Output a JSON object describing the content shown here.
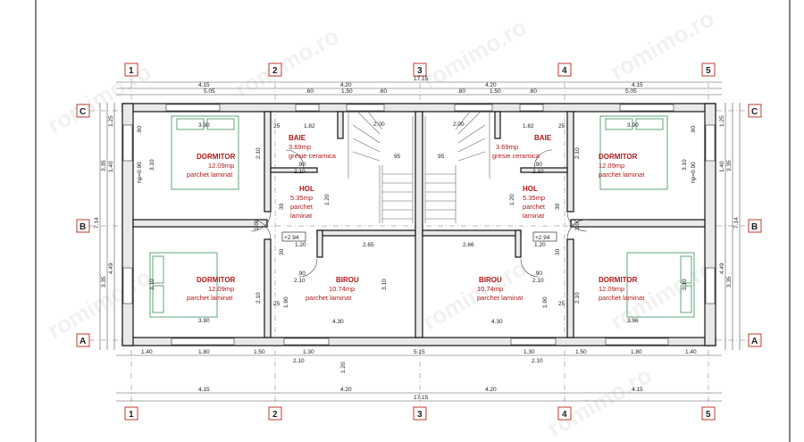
{
  "axes": {
    "columns": [
      "1",
      "2",
      "3",
      "4",
      "5"
    ],
    "rows": [
      "C",
      "B",
      "A"
    ]
  },
  "dims": {
    "top_total": "17.15",
    "top_row1": [
      "4.15",
      "4.20",
      "4.20",
      "4.15"
    ],
    "top_row2": [
      "5.05",
      ".60",
      "1.50",
      ".60",
      ".80",
      "1.50",
      ".60",
      "5.05"
    ],
    "bottom_row1": [
      "1.40",
      "1.80",
      "1.50",
      "1.30",
      "5.15",
      "1.30",
      "1.50",
      "1.80",
      "1.40"
    ],
    "bottom_row2": [
      "4.15",
      "4.20",
      "4.20",
      "4.15"
    ],
    "bottom_total": "17.15",
    "left_total": "7.14",
    "left_parts": [
      "3.35",
      "3.35"
    ],
    "left_inner": [
      "1.25",
      "1.40",
      "4.49"
    ],
    "right_total": "7.14",
    "right_parts": [
      "3.35",
      "3.35"
    ],
    "right_inner": [
      "1.25",
      "1.40",
      "4.49"
    ],
    "interior": {
      "dorm_w_top": "3.90",
      "dorm_w_bot_left": "3.90",
      "dorm_w_bot_right": "3.96",
      "dorm_h": "3.10",
      "dorm_h2": "2.10",
      "baie_w": "1.82",
      "baie_h": "2.10",
      "stair_w": "2.00",
      "hol_w": "1.20",
      "birou_w": "2.65",
      "birou_w2": "2.66",
      "birou_bottom": "4.30",
      "birou_h": "3.10",
      "step": "95",
      "door_90": ".90",
      "hp": "hp=0.90",
      "small": "1.00",
      "door_210": "2.10",
      "side_25": "25",
      "side_30": "30",
      "h_310": "3.10",
      "h_120": "1.20",
      "h_190": "1.90",
      "h_200": "2.00"
    },
    "level_left": "+2.94",
    "level_right": "+2.94"
  },
  "rooms": {
    "dorm_tl": {
      "name": "DORMITOR",
      "area": "12.09mp",
      "floor": "parchet laminat"
    },
    "dorm_bl": {
      "name": "DORMITOR",
      "area": "12.09mp",
      "floor": "parchet laminat"
    },
    "dorm_tr": {
      "name": "DORMITOR",
      "area": "12.09mp",
      "floor": "parchet laminat"
    },
    "dorm_br": {
      "name": "DORMITOR",
      "area": "12.09mp",
      "floor": "parchet laminat"
    },
    "baie_l": {
      "name": "BAIE",
      "area": "3.69mp",
      "floor": "gresie ceramica"
    },
    "baie_r": {
      "name": "BAIE",
      "area": "3.69mp",
      "floor": "gresie ceramica"
    },
    "hol_l": {
      "name": "HOL",
      "area": "5.35mp",
      "floor1": "parchet",
      "floor2": "laminat"
    },
    "hol_r": {
      "name": "HOL",
      "area": "5.35mp",
      "floor1": "parchet",
      "floor2": "laminat"
    },
    "birou_l": {
      "name": "BIROU",
      "area": "10.74mp",
      "floor": "parchet laminat"
    },
    "birou_r": {
      "name": "BIROU",
      "area": "10.74mp",
      "floor": "parchet laminat"
    }
  },
  "watermark": "romimo.ro"
}
